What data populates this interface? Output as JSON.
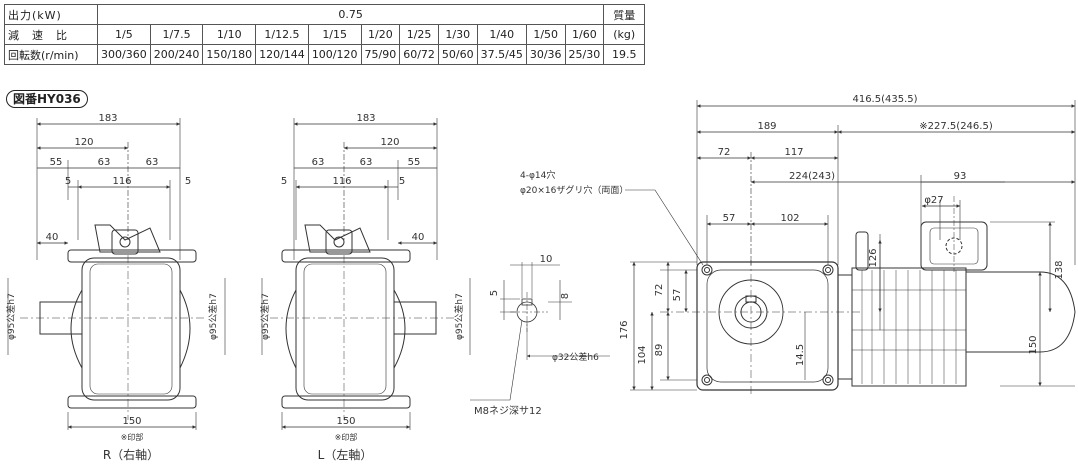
{
  "spec_table": {
    "output_label": "出力(kW)",
    "output_value": "0.75",
    "mass_label_1": "質量",
    "ratio_label": "減　速　比",
    "ratios": [
      "1/5",
      "1/7.5",
      "1/10",
      "1/12.5",
      "1/15",
      "1/20",
      "1/25",
      "1/30",
      "1/40",
      "1/50",
      "1/60"
    ],
    "mass_unit": "(kg)",
    "rpm_label": "回転数(r/min)",
    "rpms": [
      "300/360",
      "200/240",
      "150/180",
      "120/144",
      "100/120",
      "75/90",
      "60/72",
      "50/60",
      "37.5/45",
      "30/36",
      "25/30"
    ],
    "mass_value": "19.5"
  },
  "drawing_number": "図番HY036",
  "views": {
    "right_shaft": {
      "caption": "R（右軸）",
      "mark_note": "※印部",
      "dims": {
        "overall": "183",
        "upper": "120",
        "a": "55",
        "b": "63",
        "c": "63",
        "d": "5",
        "e": "116",
        "f": "5",
        "shaft": "40",
        "base": "150",
        "bore": "φ95公差h7"
      }
    },
    "left_shaft": {
      "caption": "L（左軸）",
      "mark_note": "※印部",
      "dims": {
        "overall": "183",
        "upper": "120",
        "a": "63",
        "b": "63",
        "c": "55",
        "d": "5",
        "e": "116",
        "f": "5",
        "shaft": "40",
        "base": "150",
        "bore": "φ95公差h7"
      }
    },
    "shaft_detail": {
      "key_width": "10",
      "key_depth": "5",
      "key_height": "8",
      "shaft_dia": "φ32公差h6",
      "tap": "M8ネジ深サ12"
    },
    "front": {
      "total": "416.5(435.5)",
      "left_span": "189",
      "right_span": "※227.5(246.5)",
      "d72": "72",
      "d117": "117",
      "d224": "224(243)",
      "d93": "93",
      "d27": "φ27",
      "d57": "57",
      "d102": "102",
      "hole_note_1": "4-φ14穴",
      "hole_note_2": "φ20×16ザグリ穴（両面）",
      "h176": "176",
      "h104": "104",
      "h72": "72",
      "h57": "57",
      "h89": "89",
      "h145": "14.5",
      "h126": "126",
      "h138": "138",
      "h150": "150"
    }
  }
}
